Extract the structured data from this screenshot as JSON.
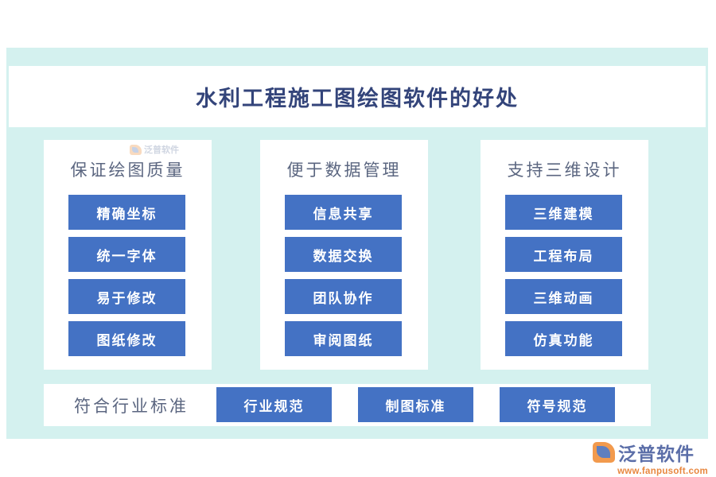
{
  "title": "水利工程施工图绘图软件的好处",
  "colors": {
    "panel_bg": "#d4f1ef",
    "card_bg": "#ffffff",
    "button_blue": "#4472c4",
    "heading_text": "#5b6680",
    "title_text": "#33447a",
    "logo_orange": "#f29a4d",
    "logo_blue": "#5b6ea8"
  },
  "columns": [
    {
      "heading": "保证绘图质量",
      "items": [
        "精确坐标",
        "统一字体",
        "易于修改",
        "图纸修改"
      ]
    },
    {
      "heading": "便于数据管理",
      "items": [
        "信息共享",
        "数据交换",
        "团队协作",
        "审阅图纸"
      ]
    },
    {
      "heading": "支持三维设计",
      "items": [
        "三维建模",
        "工程布局",
        "三维动画",
        "仿真功能"
      ]
    }
  ],
  "bottom_row": {
    "label": "符合行业标准",
    "items": [
      "行业规范",
      "制图标准",
      "符号规范"
    ]
  },
  "watermark": {
    "text": "泛普软件"
  },
  "logo": {
    "name": "泛普软件",
    "url": "www.fanpusoft.com"
  }
}
